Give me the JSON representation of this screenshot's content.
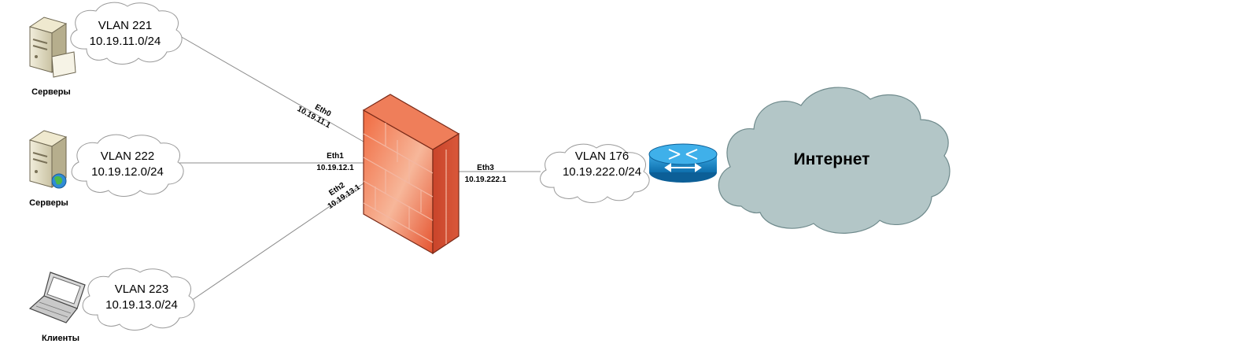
{
  "colors": {
    "firewall_front": "#e9573a",
    "firewall_highlight": "#f7c0a8",
    "router_body": "#1f8fd1",
    "internet_cloud": "#b3c6c7",
    "line": "#8c8c8c"
  },
  "groups": [
    {
      "vlan": "VLAN 221",
      "network": "10.19.11.0/24",
      "caption": "Серверы",
      "icon": "server-icon",
      "iface": {
        "name": "Eth0",
        "ip": "10.19.11.1"
      }
    },
    {
      "vlan": "VLAN 222",
      "network": "10.19.12.0/24",
      "caption": "Серверы",
      "icon": "web-server-icon",
      "iface": {
        "name": "Eth1",
        "ip": "10.19.12.1"
      }
    },
    {
      "vlan": "VLAN 223",
      "network": "10.19.13.0/24",
      "caption": "Клиенты",
      "icon": "laptop-icon",
      "iface": {
        "name": "Eth2",
        "ip": "10.19.13.1"
      }
    }
  ],
  "wan": {
    "iface": {
      "name": "Eth3",
      "ip": "10.19.222.1"
    },
    "vlan": "VLAN 176",
    "network": "10.19.222.0/24",
    "router_icon": "router-icon"
  },
  "internet": {
    "label": "Интернет",
    "icon": "cloud-icon"
  },
  "firewall": {
    "icon": "firewall-icon"
  }
}
